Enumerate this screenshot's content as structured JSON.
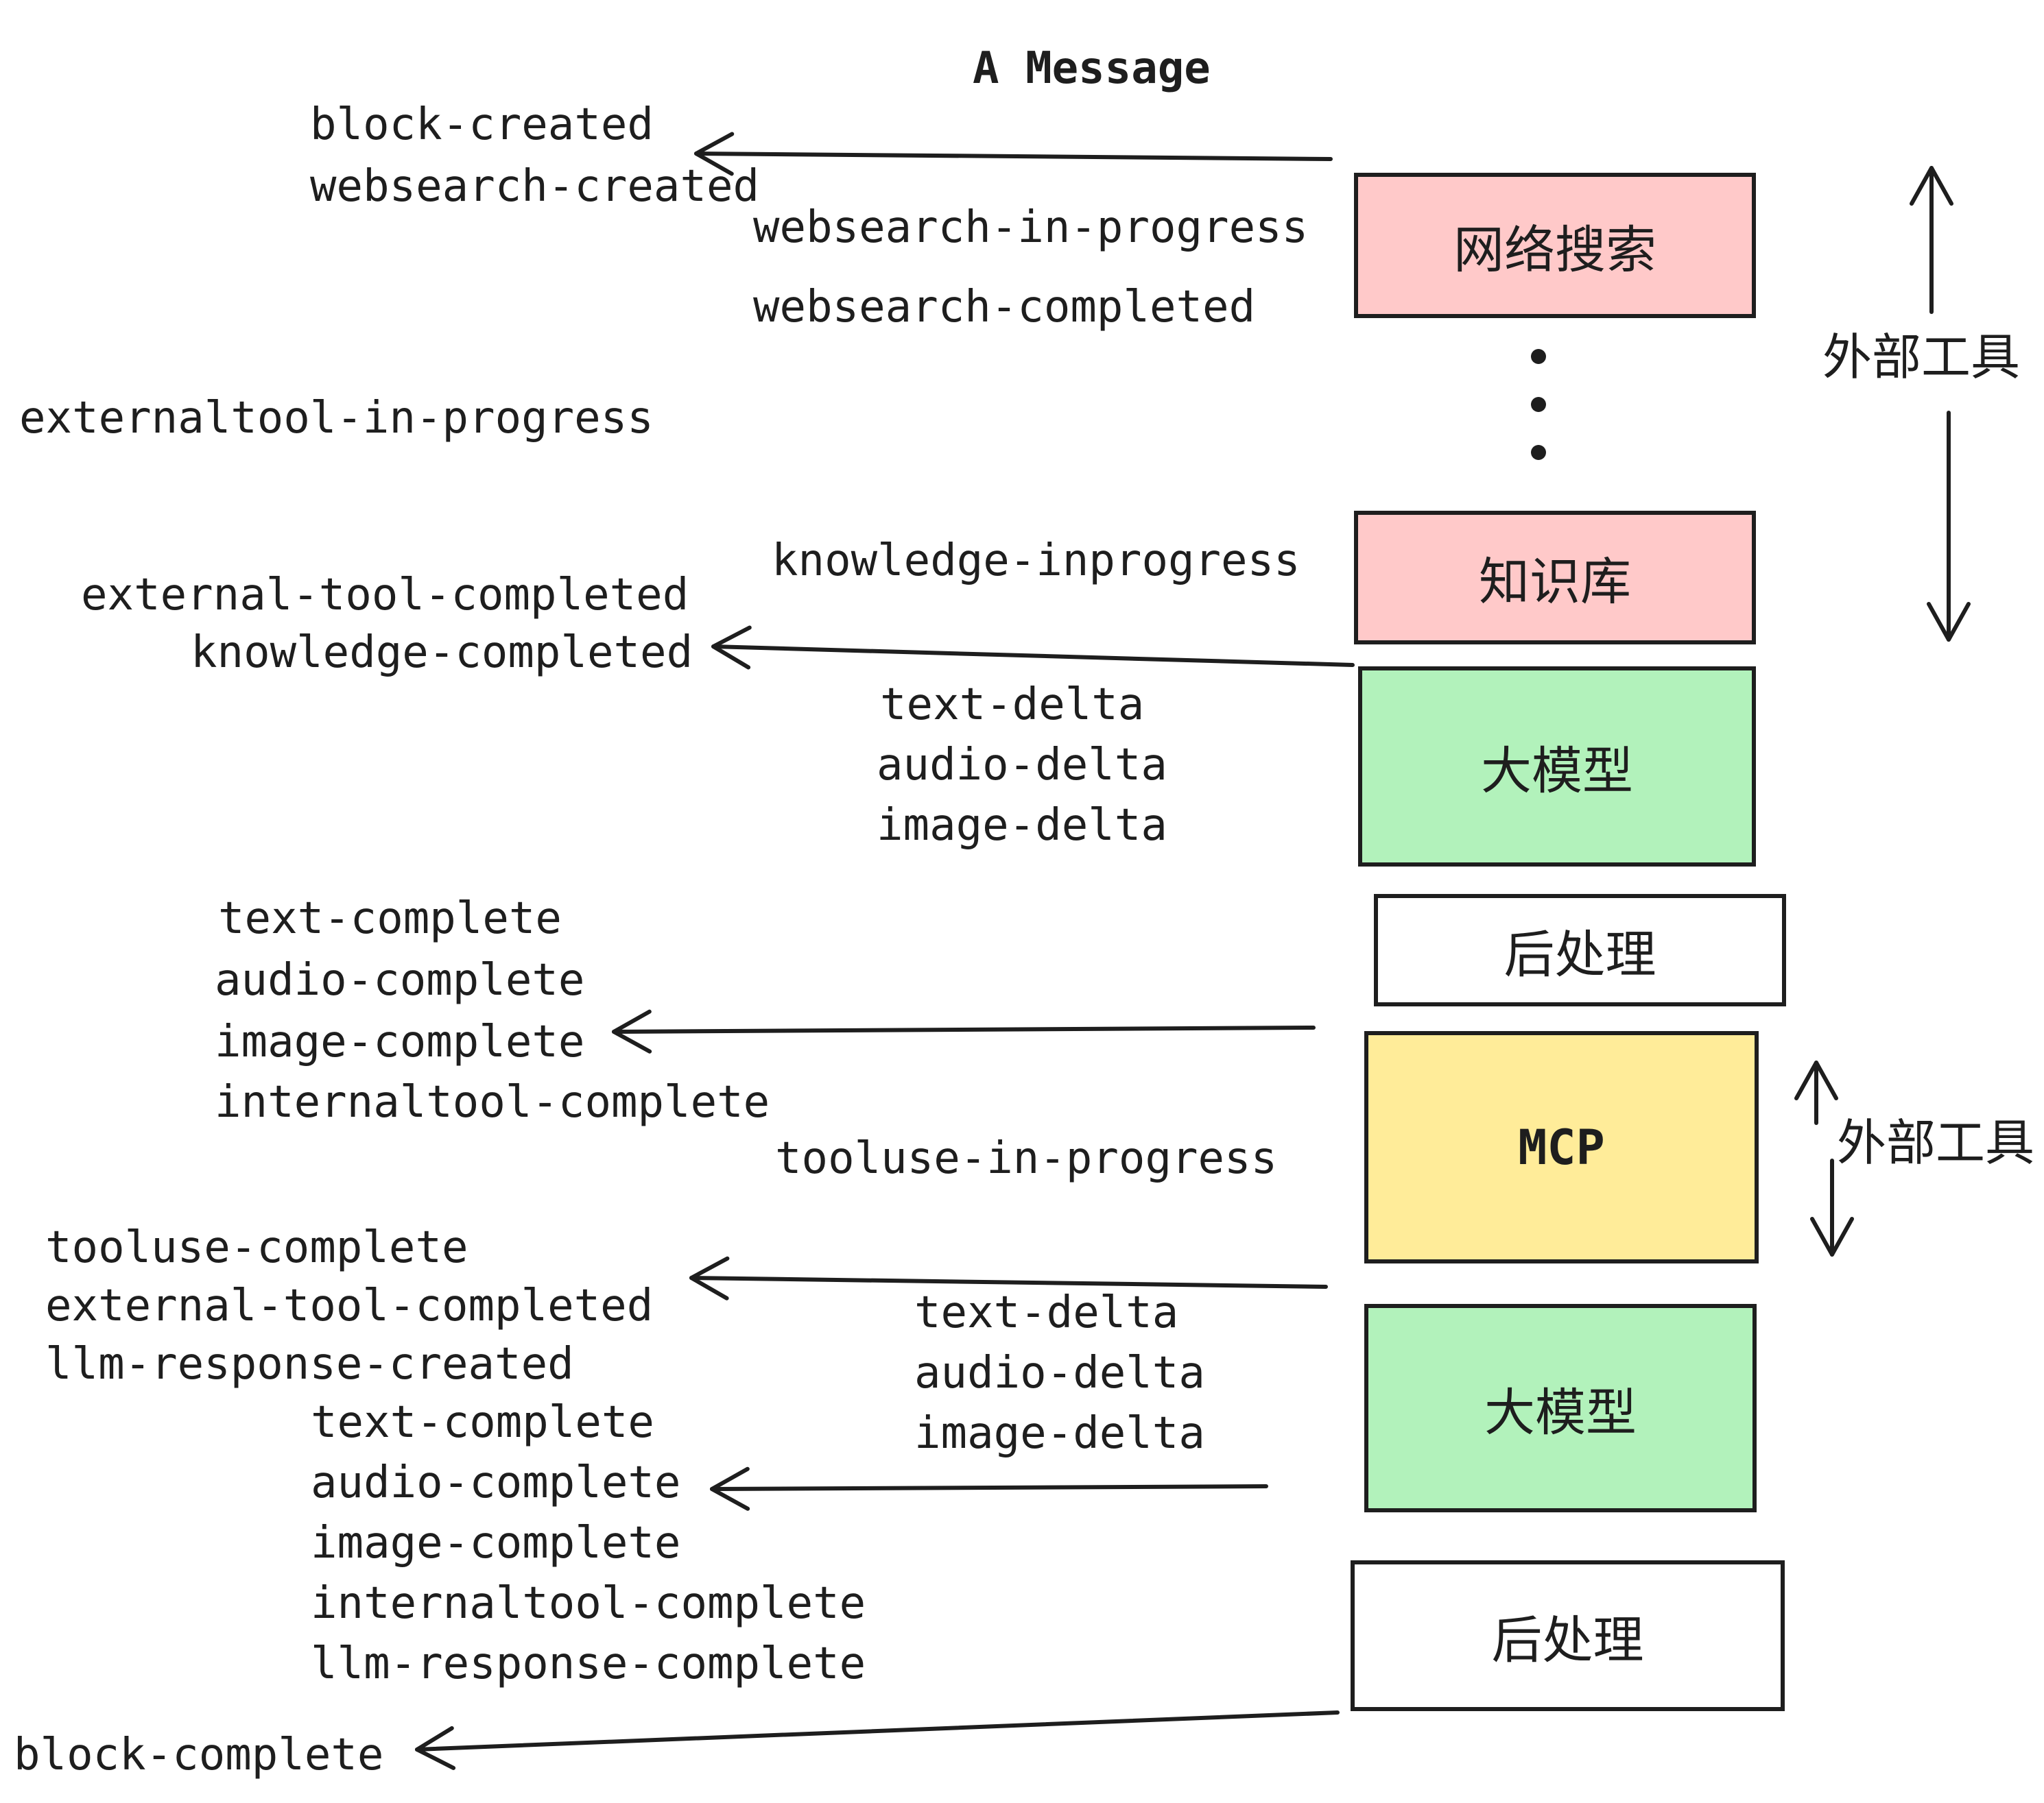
{
  "title": "A Message",
  "events": {
    "block_created": "block-created",
    "websearch_created": "websearch-created",
    "websearch_in_progress": "websearch-in-progress",
    "websearch_completed": "websearch-completed",
    "externaltool_in_progress": "externaltool-in-progress",
    "knowledge_inprogress": "knowledge-inprogress",
    "external_tool_completed": "external-tool-completed",
    "knowledge_completed": "knowledge-completed",
    "text_delta": "text-delta",
    "audio_delta": "audio-delta",
    "image_delta": "image-delta",
    "text_complete": "text-complete",
    "audio_complete": "audio-complete",
    "image_complete": "image-complete",
    "internaltool_complete": "internaltool-complete",
    "tooluse_in_progress": "tooluse-in-progress",
    "tooluse_complete": "tooluse-complete",
    "external_tool_completed_2": "external-tool-completed",
    "llm_response_created": "llm-response-created",
    "text_complete_2": "text-complete",
    "audio_complete_2": "audio-complete",
    "image_complete_2": "image-complete",
    "internaltool_complete_2": "internaltool-complete",
    "llm_response_complete": "llm-response-complete",
    "block_complete": "block-complete",
    "text_delta_2": "text-delta",
    "audio_delta_2": "audio-delta",
    "image_delta_2": "image-delta"
  },
  "boxes": {
    "web_search": {
      "label": "网络搜索",
      "fill": "#ffc9c9"
    },
    "knowledge_base": {
      "label": "知识库",
      "fill": "#ffc9c9"
    },
    "llm_1": {
      "label": "大模型",
      "fill": "#b2f2bb"
    },
    "post_process_1": {
      "label": "后处理",
      "fill": "#ffffff"
    },
    "mcp": {
      "label": "MCP",
      "fill": "#ffec99"
    },
    "llm_2": {
      "label": "大模型",
      "fill": "#b2f2bb"
    },
    "post_process_2": {
      "label": "后处理",
      "fill": "#ffffff"
    }
  },
  "side_labels": {
    "external_tools_1": "外部工具",
    "external_tools_2": "外部工具"
  },
  "colors": {
    "stroke": "#1e1e1e",
    "pink": "#ffc9c9",
    "green": "#b2f2bb",
    "yellow": "#ffec99",
    "white": "#ffffff"
  }
}
